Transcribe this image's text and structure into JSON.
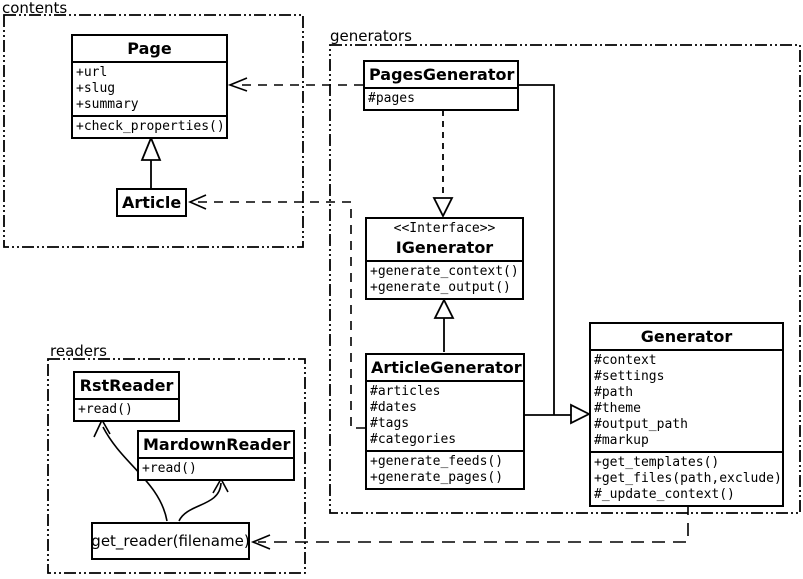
{
  "diagram_type": "uml-class-diagram",
  "colors": {
    "line": "#000000",
    "background": "#ffffff"
  },
  "packages": {
    "contents": {
      "label": "contents"
    },
    "generators": {
      "label": "generators"
    },
    "readers": {
      "label": "readers"
    }
  },
  "classes": {
    "page": {
      "title": "Page",
      "attributes": [
        "+url",
        "+slug",
        "+summary"
      ],
      "methods": [
        "+check_properties()"
      ]
    },
    "article": {
      "title": "Article"
    },
    "pages_generator": {
      "title": "PagesGenerator",
      "attributes": [
        "#pages"
      ]
    },
    "igenerator": {
      "stereotype": "<<Interface>>",
      "title": "IGenerator",
      "methods": [
        "+generate_context()",
        "+generate_output()"
      ]
    },
    "article_generator": {
      "title": "ArticleGenerator",
      "attributes": [
        "#articles",
        "#dates",
        "#tags",
        "#categories"
      ],
      "methods": [
        "+generate_feeds()",
        "+generate_pages()"
      ]
    },
    "generator": {
      "title": "Generator",
      "attributes": [
        "#context",
        "#settings",
        "#path",
        "#theme",
        "#output_path",
        "#markup"
      ],
      "methods": [
        "+get_templates()",
        "+get_files(path,exclude)",
        "#_update_context()"
      ]
    },
    "rst_reader": {
      "title": "RstReader",
      "methods": [
        "+read()"
      ]
    },
    "markdown_reader": {
      "title": "MardownReader",
      "methods": [
        "+read()"
      ]
    },
    "get_reader": {
      "label": "get_reader(filename)"
    }
  },
  "relations": [
    {
      "from": "Article",
      "to": "Page",
      "type": "generalization",
      "line": "solid"
    },
    {
      "from": "PagesGenerator",
      "to": "IGenerator",
      "type": "realization",
      "line": "dashed"
    },
    {
      "from": "ArticleGenerator",
      "to": "IGenerator",
      "type": "generalization",
      "line": "solid"
    },
    {
      "from": "PagesGenerator",
      "to": "Generator",
      "type": "generalization",
      "line": "solid"
    },
    {
      "from": "ArticleGenerator",
      "to": "Generator",
      "type": "generalization",
      "line": "solid"
    },
    {
      "from": "PagesGenerator",
      "to": "Page",
      "type": "dependency",
      "line": "dashed"
    },
    {
      "from": "ArticleGenerator",
      "to": "Article",
      "type": "dependency",
      "line": "dashed"
    },
    {
      "from": "Generator",
      "to": "get_reader(filename)",
      "type": "dependency",
      "line": "dashed"
    },
    {
      "from": "get_reader(filename)",
      "to": "RstReader",
      "type": "dependency",
      "line": "curved"
    },
    {
      "from": "get_reader(filename)",
      "to": "MardownReader",
      "type": "dependency",
      "line": "curved"
    }
  ]
}
